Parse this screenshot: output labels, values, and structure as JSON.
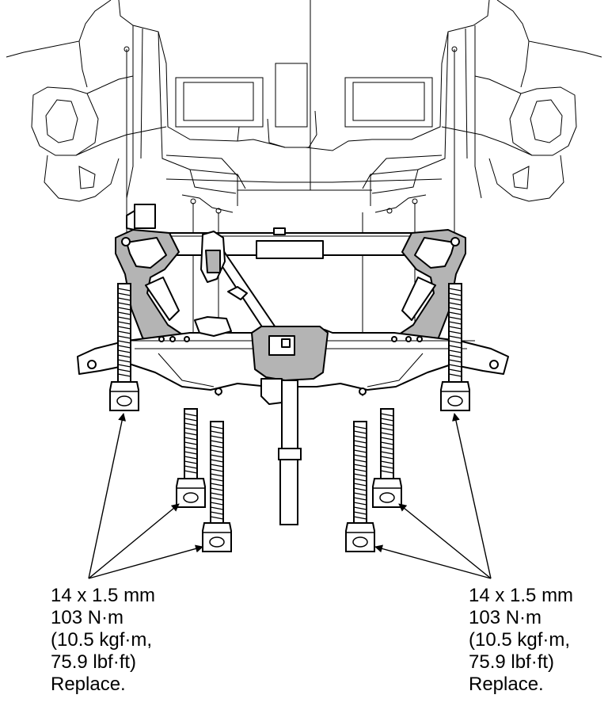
{
  "colors": {
    "line": "#000000",
    "shade": "#b4b4b4",
    "background": "#ffffff"
  },
  "callouts": [
    {
      "size": "14 x 1.5 mm",
      "torque_nm": "103 N·m",
      "torque_kgf": "(10.5 kgf·m,",
      "torque_lbf": "75.9 lbf·ft)",
      "note": "Replace."
    },
    {
      "size": "14 x 1.5 mm",
      "torque_nm": "103 N·m",
      "torque_kgf": "(10.5 kgf·m,",
      "torque_lbf": "75.9 lbf·ft)",
      "note": "Replace."
    }
  ]
}
